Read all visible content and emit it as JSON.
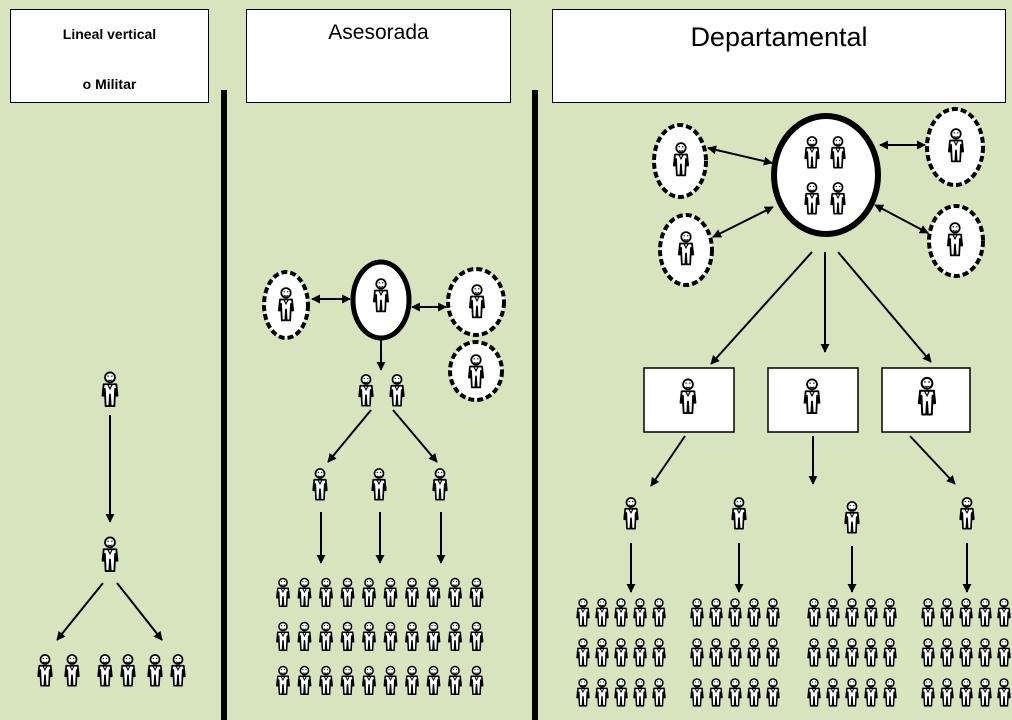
{
  "panels": [
    {
      "id": "lineal",
      "title_line1": "Lineal vertical",
      "title_line2": "o Militar"
    },
    {
      "id": "asesorada",
      "title": "Asesorada"
    },
    {
      "id": "departamental",
      "title": "Departamental"
    }
  ],
  "colors": {
    "background": "#d7e4bd",
    "stroke": "#000000",
    "box_fill": "#ffffff"
  }
}
